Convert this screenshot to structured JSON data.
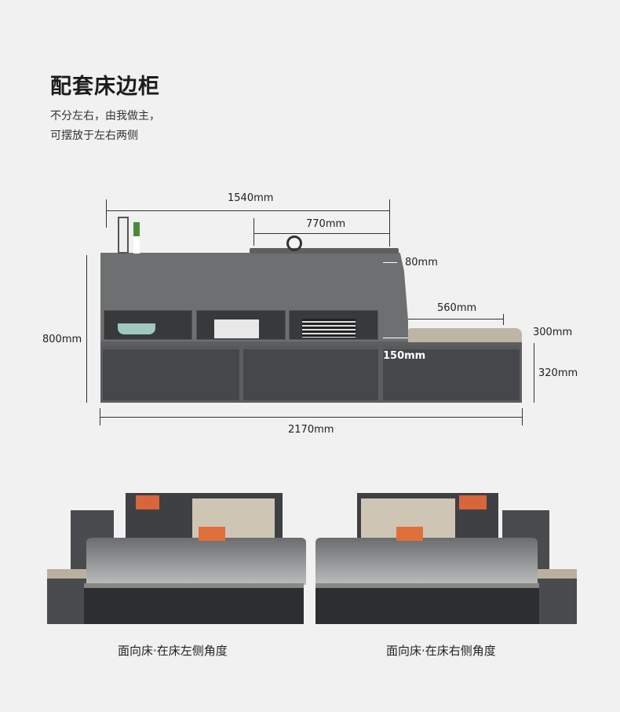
{
  "heading": "配套床边柜",
  "subtitle_lines": [
    "不分左右，由我做主，",
    "可摆放于左右两侧"
  ],
  "dimensions": {
    "total_top": "1540mm",
    "top_shelf": "770mm",
    "step": "80mm",
    "seat_length": "560mm",
    "seat_depth": "300mm",
    "seat_height": "320mm",
    "height": "800mm",
    "total_width": "2170mm",
    "gap": "150mm"
  },
  "views": [
    {
      "caption": "面向床·在床左侧角度"
    },
    {
      "caption": "面向床·在床右侧角度"
    }
  ],
  "colors": {
    "background": "#f0f1f0",
    "cabinet": "#6e6f71",
    "drawer": "#46474a",
    "cushion": "#bdb6a6"
  }
}
